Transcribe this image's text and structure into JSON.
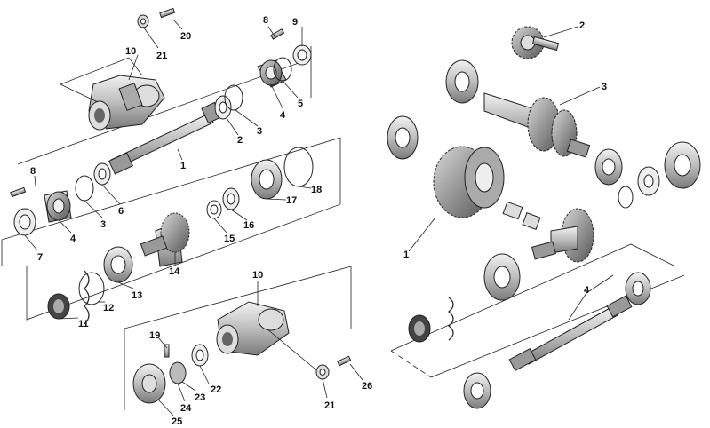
{
  "diagram": {
    "left_callouts": {
      "c20": "20",
      "c21a": "21",
      "c10a": "10",
      "c8a": "8",
      "c9": "9",
      "c5": "5",
      "c4a": "4",
      "c3a": "3",
      "c2": "2",
      "c1": "1",
      "c8b": "8",
      "c6": "6",
      "c3b": "3",
      "c4b": "4",
      "c7": "7",
      "c18": "18",
      "c17": "17",
      "c16": "16",
      "c15": "15",
      "c14": "14",
      "c13": "13",
      "c12": "12",
      "c11": "11",
      "c10b": "10",
      "c19": "19",
      "c22": "22",
      "c23": "23",
      "c24": "24",
      "c25": "25",
      "c21b": "21",
      "c26": "26"
    },
    "right_callouts": {
      "r2": "2",
      "r3": "3",
      "r1": "1",
      "r4": "4"
    }
  },
  "colors": {
    "ink": "#222222",
    "metal": "#bdbdbd",
    "metal_light": "#e6e6e6",
    "dark": "#555555"
  }
}
